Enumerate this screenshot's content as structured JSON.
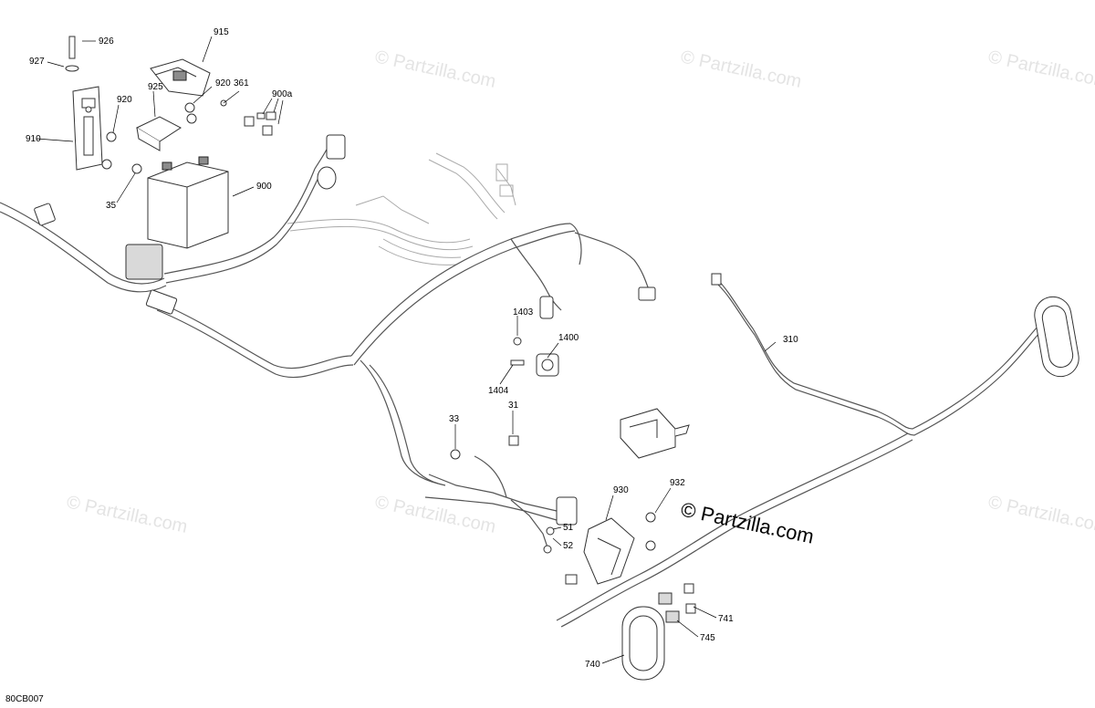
{
  "diagram_id": "80CB007",
  "copyright": "© Partzilla.com",
  "watermark_text": "© Partzilla.com",
  "callouts": {
    "c926": "926",
    "c927": "927",
    "c915": "915",
    "c920a": "920",
    "c920b": "920",
    "c925": "925",
    "c361": "361",
    "c900a": "900a",
    "c910": "910",
    "c35": "35",
    "c900": "900",
    "c310": "310",
    "c1403": "1403",
    "c1400": "1400",
    "c1404": "1404",
    "c31": "31",
    "c33": "33",
    "c930": "930",
    "c932": "932",
    "c51": "51",
    "c52": "52",
    "c741": "741",
    "c745": "745",
    "c740": "740"
  },
  "colors": {
    "line": "#333333",
    "wire": "#555555",
    "watermark": "#e4e4e4",
    "background": "#ffffff"
  }
}
